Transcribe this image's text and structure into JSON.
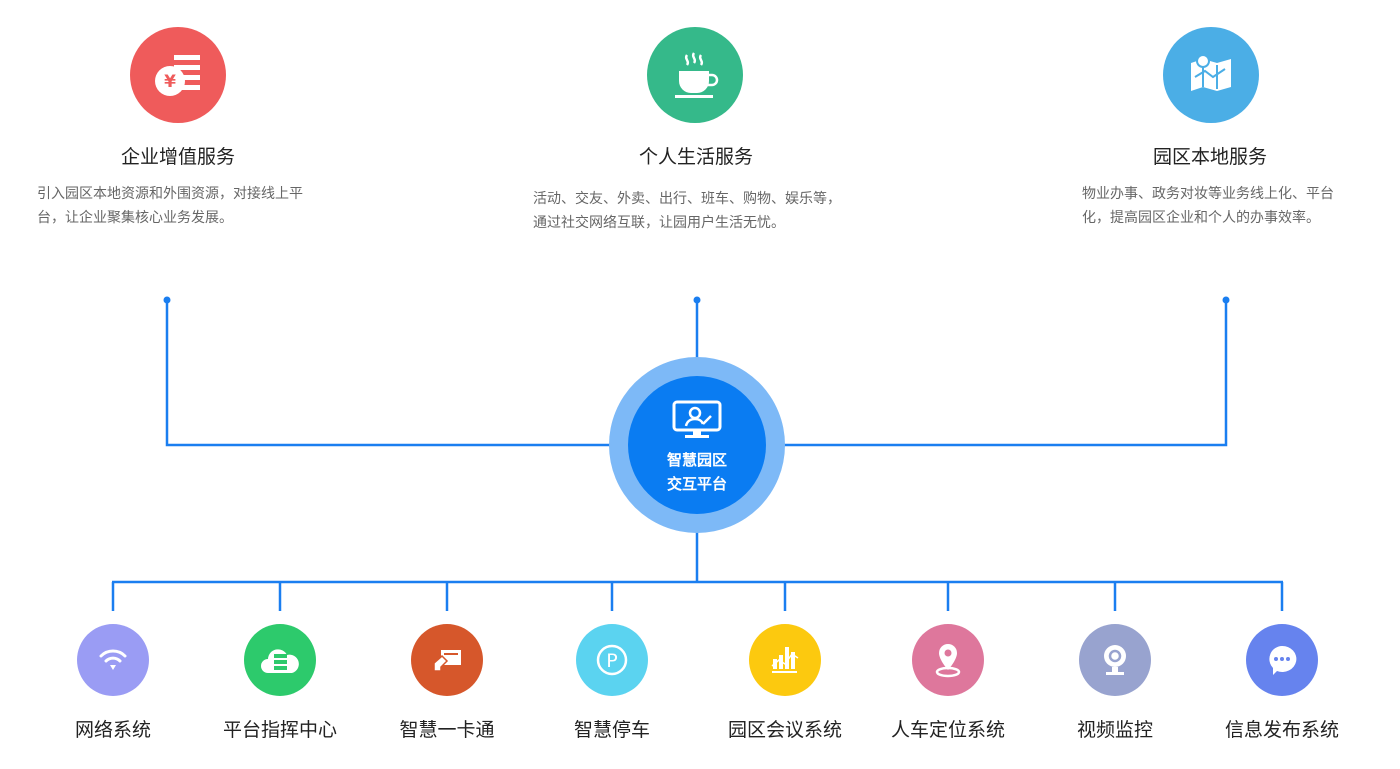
{
  "center": {
    "line1": "智慧园区",
    "line2": "交互平台",
    "icon": "monitor-user-icon"
  },
  "top": [
    {
      "title": "企业增值服务",
      "desc": "引入园区本地资源和外围资源，对接线上平台，让企业聚集核心业务发展。",
      "color": "#ef5b5b",
      "icon": "yen-coin-list-icon"
    },
    {
      "title": "个人生活服务",
      "desc": "活动、交友、外卖、出行、班车、购物、娱乐等，通过社交网络互联，让园用户生活无忧。",
      "color": "#35b98a",
      "icon": "coffee-cup-icon"
    },
    {
      "title": "园区本地服务",
      "desc": "物业办事、政务对妆等业务线上化、平台化，提高园区企业和个人的办事效率。",
      "color": "#4baee6",
      "icon": "map-icon"
    }
  ],
  "bottom": [
    {
      "label": "网络系统",
      "color": "#9a9cf4",
      "icon": "wifi-icon"
    },
    {
      "label": "平台指挥中心",
      "color": "#2dca6c",
      "icon": "cloud-server-icon"
    },
    {
      "label": "智慧一卡通",
      "color": "#d6572b",
      "icon": "card-icon"
    },
    {
      "label": "智慧停车",
      "color": "#5bd3f0",
      "icon": "parking-icon"
    },
    {
      "label": "园区会议系统",
      "color": "#fcc90f",
      "icon": "chart-icon"
    },
    {
      "label": "人车定位系统",
      "color": "#de779c",
      "icon": "location-pin-icon"
    },
    {
      "label": "视频监控",
      "color": "#98a3cf",
      "icon": "webcam-icon"
    },
    {
      "label": "信息发布系统",
      "color": "#6683ee",
      "icon": "chat-bubble-icon"
    }
  ],
  "line_color": "#1a7ef0"
}
